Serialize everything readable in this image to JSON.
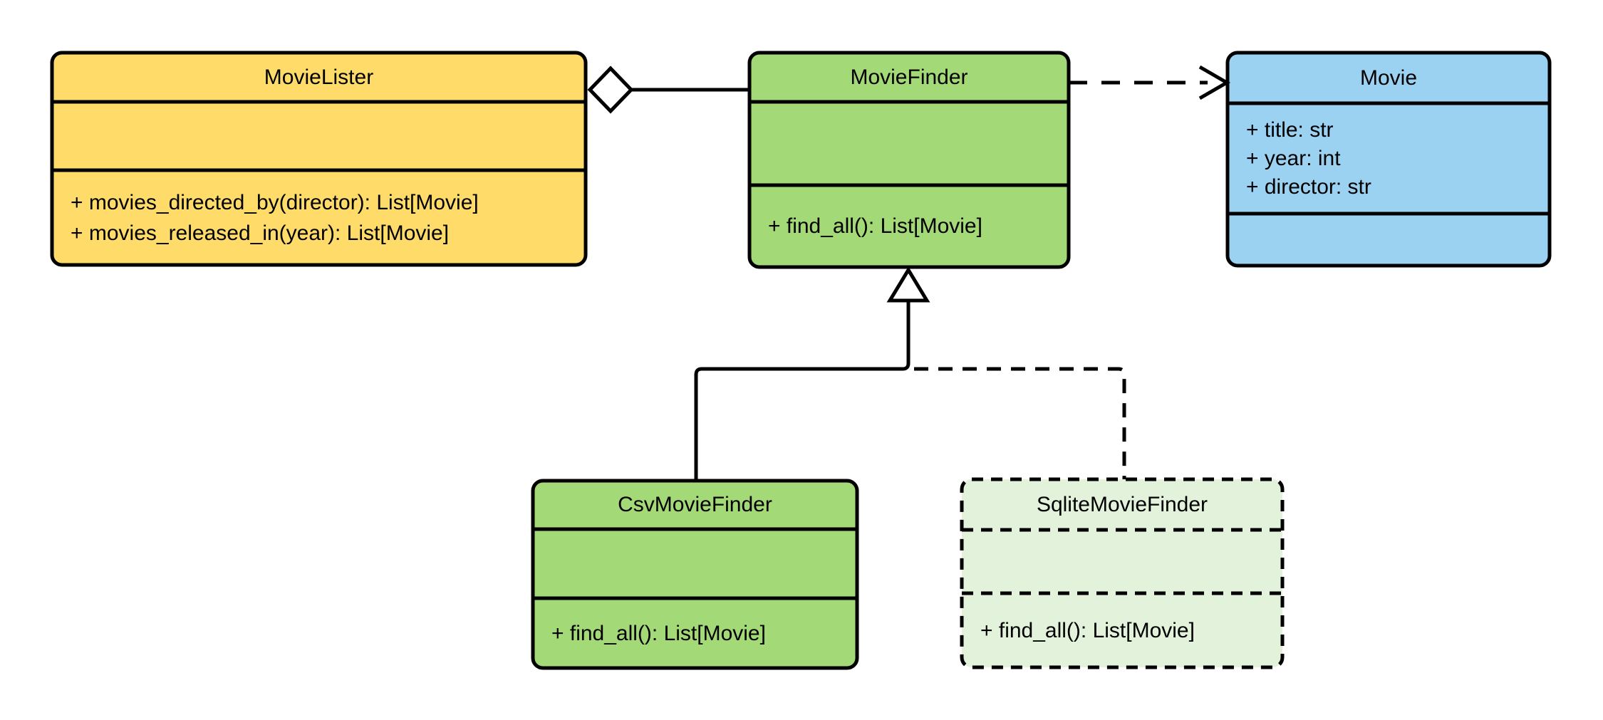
{
  "diagram": {
    "background_color": "#ffffff",
    "stroke_color": "#000000",
    "text_color": "#000000",
    "classes": [
      {
        "name": "MovieLister",
        "fill": "#FFDC69",
        "border_style": "solid",
        "attributes": [],
        "methods": [
          "+ movies_directed_by(director): List[Movie]",
          "+ movies_released_in(year): List[Movie]"
        ]
      },
      {
        "name": "MovieFinder",
        "fill": "#A3D977",
        "border_style": "solid",
        "attributes": [],
        "methods": [
          "+ find_all(): List[Movie]"
        ]
      },
      {
        "name": "Movie",
        "fill": "#9BD2F2",
        "border_style": "solid",
        "attributes": [
          "+ title: str",
          "+ year: int",
          "+ director: str"
        ],
        "methods": []
      },
      {
        "name": "CsvMovieFinder",
        "fill": "#A3D977",
        "border_style": "solid",
        "attributes": [],
        "methods": [
          "+ find_all(): List[Movie]"
        ]
      },
      {
        "name": "SqliteMovieFinder",
        "fill": "#E3F2DA",
        "border_style": "dashed",
        "attributes": [],
        "methods": [
          "+ find_all(): List[Movie]"
        ]
      }
    ],
    "relationships": [
      {
        "type": "aggregation",
        "from": "MovieLister",
        "to": "MovieFinder",
        "line": "solid",
        "marker": "hollow-diamond"
      },
      {
        "type": "dependency",
        "from": "MovieFinder",
        "to": "Movie",
        "line": "dashed",
        "marker": "open-arrow"
      },
      {
        "type": "generalization",
        "from": "CsvMovieFinder",
        "to": "MovieFinder",
        "line": "solid",
        "marker": "hollow-triangle"
      },
      {
        "type": "generalization",
        "from": "SqliteMovieFinder",
        "to": "MovieFinder",
        "line": "dashed",
        "marker": "hollow-triangle"
      }
    ]
  }
}
